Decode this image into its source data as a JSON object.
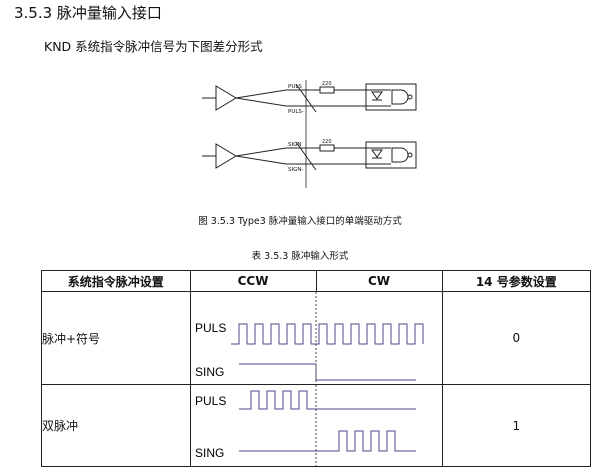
{
  "header": {
    "section_title": "3.5.3 脉冲量输入接口",
    "intro": "KND 系统指令脉冲信号为下图差分形式"
  },
  "figure": {
    "caption": "图 3.5.3 Type3 脉冲量输入接口的单端驱动方式",
    "labels": {
      "puls": "PULS",
      "pulsn": "PULS-",
      "sign": "SIGN",
      "signn": "SIGN-",
      "r1": "220",
      "r2": "220"
    }
  },
  "table": {
    "caption": "表 3.5.3 脉冲输入形式",
    "headers": [
      "系统指令脉冲设置",
      "CCW",
      "CW",
      "14 号参数设置"
    ],
    "rows": [
      {
        "mode": "脉冲+符号",
        "value": "0",
        "signals": [
          "PULS",
          "SING"
        ]
      },
      {
        "mode": "双脉冲",
        "value": "1",
        "signals": [
          "PULS",
          "SING"
        ]
      }
    ]
  }
}
